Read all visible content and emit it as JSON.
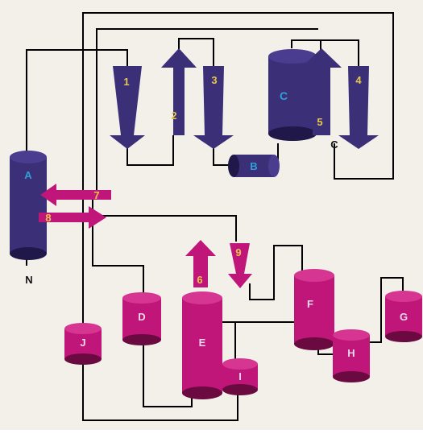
{
  "colors": {
    "paper": "#f3f0ea",
    "connector": "#000000",
    "purple": "#3b2f78",
    "purple_dark": "#1f1848",
    "purple_light": "#4a3c8f",
    "magenta": "#c0167a",
    "magenta_dark": "#6a0a40",
    "magenta_light": "#d63592",
    "label_cyan": "#2fa0d6",
    "label_yellow": "#e8c84a",
    "label_light": "#e8d8e8"
  },
  "diagram": {
    "terminus_n": "N",
    "terminus_c": "C",
    "helices": {
      "A": "A",
      "B": "B",
      "C": "C",
      "D": "D",
      "E": "E",
      "F": "F",
      "G": "G",
      "H": "H",
      "I": "I",
      "J": "J"
    },
    "strands": {
      "s1": "1",
      "s2": "2",
      "s3": "3",
      "s4": "4",
      "s5": "5",
      "s6": "6",
      "s7": "7",
      "s8": "8",
      "s9": "9"
    }
  }
}
